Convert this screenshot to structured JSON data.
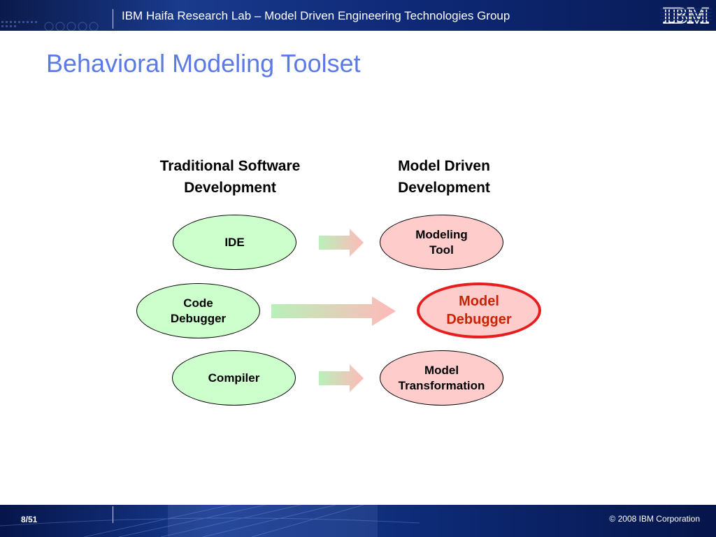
{
  "header": {
    "title": "IBM Haifa Research Lab – Model Driven Engineering Technologies Group",
    "logo": "IBM"
  },
  "slide": {
    "title": "Behavioral Modeling Toolset"
  },
  "columns": {
    "traditional": {
      "line1": "Traditional Software",
      "line2": "Development"
    },
    "model_driven": {
      "line1": "Model Driven",
      "line2": "Development"
    }
  },
  "traditional_nodes": {
    "ide": {
      "line1": "IDE"
    },
    "debugger": {
      "line1": "Code",
      "line2": "Debugger"
    },
    "compiler": {
      "line1": "Compiler"
    }
  },
  "model_driven_nodes": {
    "modeling_tool": {
      "line1": "Modeling",
      "line2": "Tool"
    },
    "model_debugger": {
      "line1": "Model",
      "line2": "Debugger"
    },
    "model_transformation": {
      "line1": "Model",
      "line2": "Transformation"
    }
  },
  "footer": {
    "page": "8/51",
    "copyright": "© 2008 IBM Corporation"
  },
  "colors": {
    "title_blue": "#5c7ae6",
    "traditional_fill": "#ccffcc",
    "model_driven_fill": "#ffcccc",
    "highlight_border": "#e61e1e",
    "highlight_text": "#cc2200"
  },
  "icons": {
    "arrow": "right-arrow-icon"
  }
}
